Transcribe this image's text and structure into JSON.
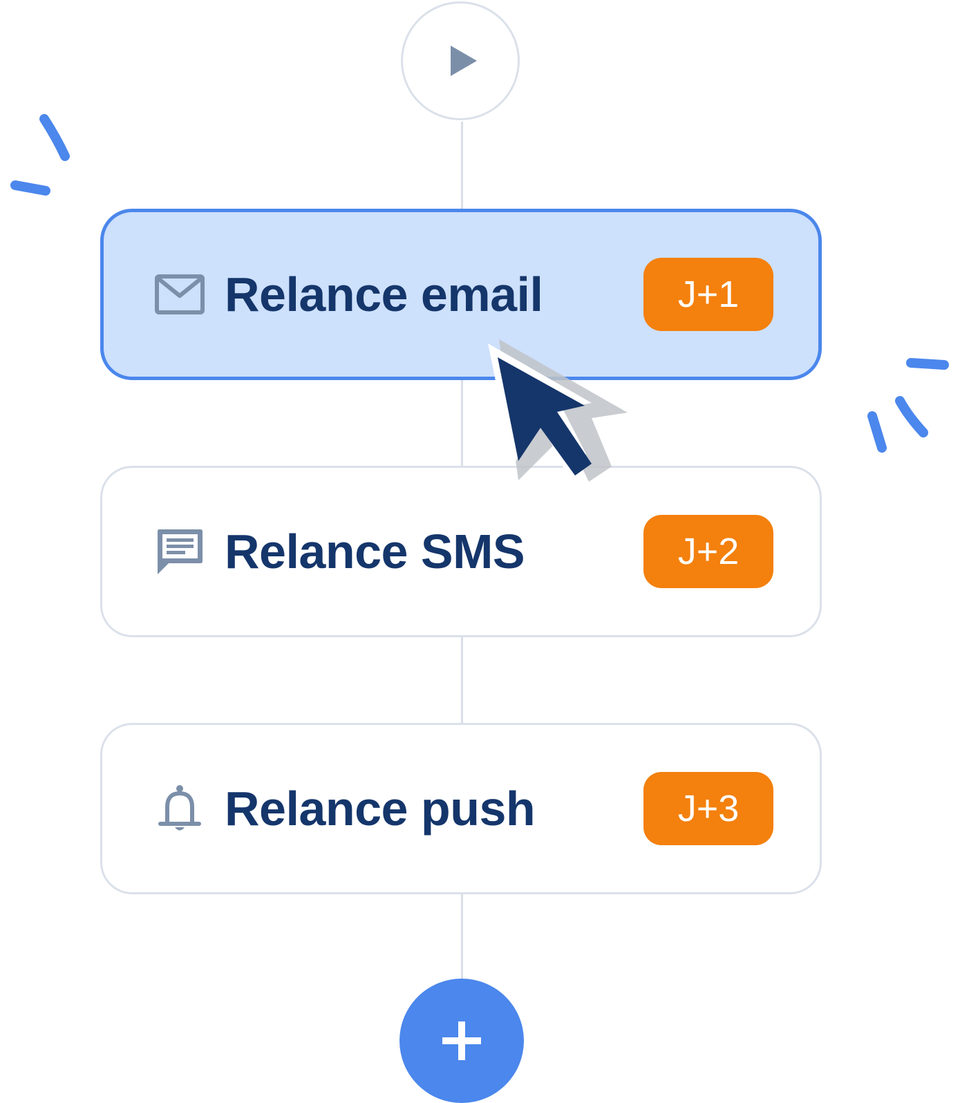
{
  "flow": {
    "start_icon": "play-icon",
    "steps": [
      {
        "label": "Relance email",
        "delay": "J+1",
        "icon": "envelope-icon",
        "active": true
      },
      {
        "label": "Relance SMS",
        "delay": "J+2",
        "icon": "message-icon",
        "active": false
      },
      {
        "label": "Relance push",
        "delay": "J+3",
        "icon": "bell-icon",
        "active": false
      }
    ],
    "add_icon": "plus-icon"
  },
  "colors": {
    "accent": "#4b87ec",
    "active_card_bg": "#cde0fc",
    "badge": "#f4800d",
    "text": "#15366b",
    "icon": "#7c8fa9",
    "border": "#dbe1ea"
  }
}
